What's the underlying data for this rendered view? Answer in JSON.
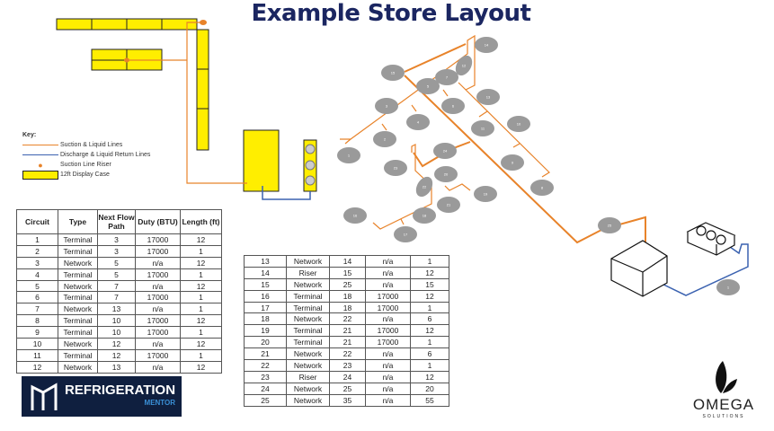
{
  "title": "Example Store Layout",
  "key": {
    "heading": "Key:",
    "items": [
      "Suction & Liquid Lines",
      "Discharge & Liquid Return Lines",
      "Suction Line Riser",
      "12ft Display Case"
    ]
  },
  "colors": {
    "suction": "#e8832a",
    "discharge": "#3b62b0",
    "case": "#ffee00",
    "bubble": "#9a9a9a",
    "title": "#1b2661"
  },
  "table1": {
    "headers": [
      "Circuit",
      "Type",
      "Next Flow Path",
      "Duty (BTU)",
      "Length (ft)"
    ],
    "rows": [
      [
        "1",
        "Terminal",
        "3",
        "17000",
        "12"
      ],
      [
        "2",
        "Terminal",
        "3",
        "17000",
        "1"
      ],
      [
        "3",
        "Network",
        "5",
        "n/a",
        "12"
      ],
      [
        "4",
        "Terminal",
        "5",
        "17000",
        "1"
      ],
      [
        "5",
        "Network",
        "7",
        "n/a",
        "12"
      ],
      [
        "6",
        "Terminal",
        "7",
        "17000",
        "1"
      ],
      [
        "7",
        "Network",
        "13",
        "n/a",
        "1"
      ],
      [
        "8",
        "Terminal",
        "10",
        "17000",
        "12"
      ],
      [
        "9",
        "Terminal",
        "10",
        "17000",
        "1"
      ],
      [
        "10",
        "Network",
        "12",
        "n/a",
        "12"
      ],
      [
        "11",
        "Terminal",
        "12",
        "17000",
        "1"
      ],
      [
        "12",
        "Network",
        "13",
        "n/a",
        "12"
      ]
    ]
  },
  "table2": {
    "rows": [
      [
        "13",
        "Network",
        "14",
        "n/a",
        "1"
      ],
      [
        "14",
        "Riser",
        "15",
        "n/a",
        "12"
      ],
      [
        "15",
        "Network",
        "25",
        "n/a",
        "15"
      ],
      [
        "16",
        "Terminal",
        "18",
        "17000",
        "12"
      ],
      [
        "17",
        "Terminal",
        "18",
        "17000",
        "1"
      ],
      [
        "18",
        "Network",
        "22",
        "n/a",
        "6"
      ],
      [
        "19",
        "Terminal",
        "21",
        "17000",
        "12"
      ],
      [
        "20",
        "Terminal",
        "21",
        "17000",
        "1"
      ],
      [
        "21",
        "Network",
        "22",
        "n/a",
        "6"
      ],
      [
        "22",
        "Network",
        "23",
        "n/a",
        "1"
      ],
      [
        "23",
        "Riser",
        "24",
        "n/a",
        "12"
      ],
      [
        "24",
        "Network",
        "25",
        "n/a",
        "20"
      ],
      [
        "25",
        "Network",
        "35",
        "n/a",
        "55"
      ]
    ]
  },
  "bubbles": [
    "15",
    "14",
    "12",
    "7",
    "5",
    "3",
    "6",
    "4",
    "13",
    "11",
    "10",
    "2",
    "24",
    "1",
    "9",
    "23",
    "20",
    "22",
    "8",
    "19",
    "21",
    "16",
    "18",
    "17",
    "25",
    "1"
  ],
  "logos": {
    "refrigeration": "REFRIGERATION",
    "mentor": "MENTOR",
    "omega": "OMEGA",
    "solutions": "SOLUTIONS"
  }
}
